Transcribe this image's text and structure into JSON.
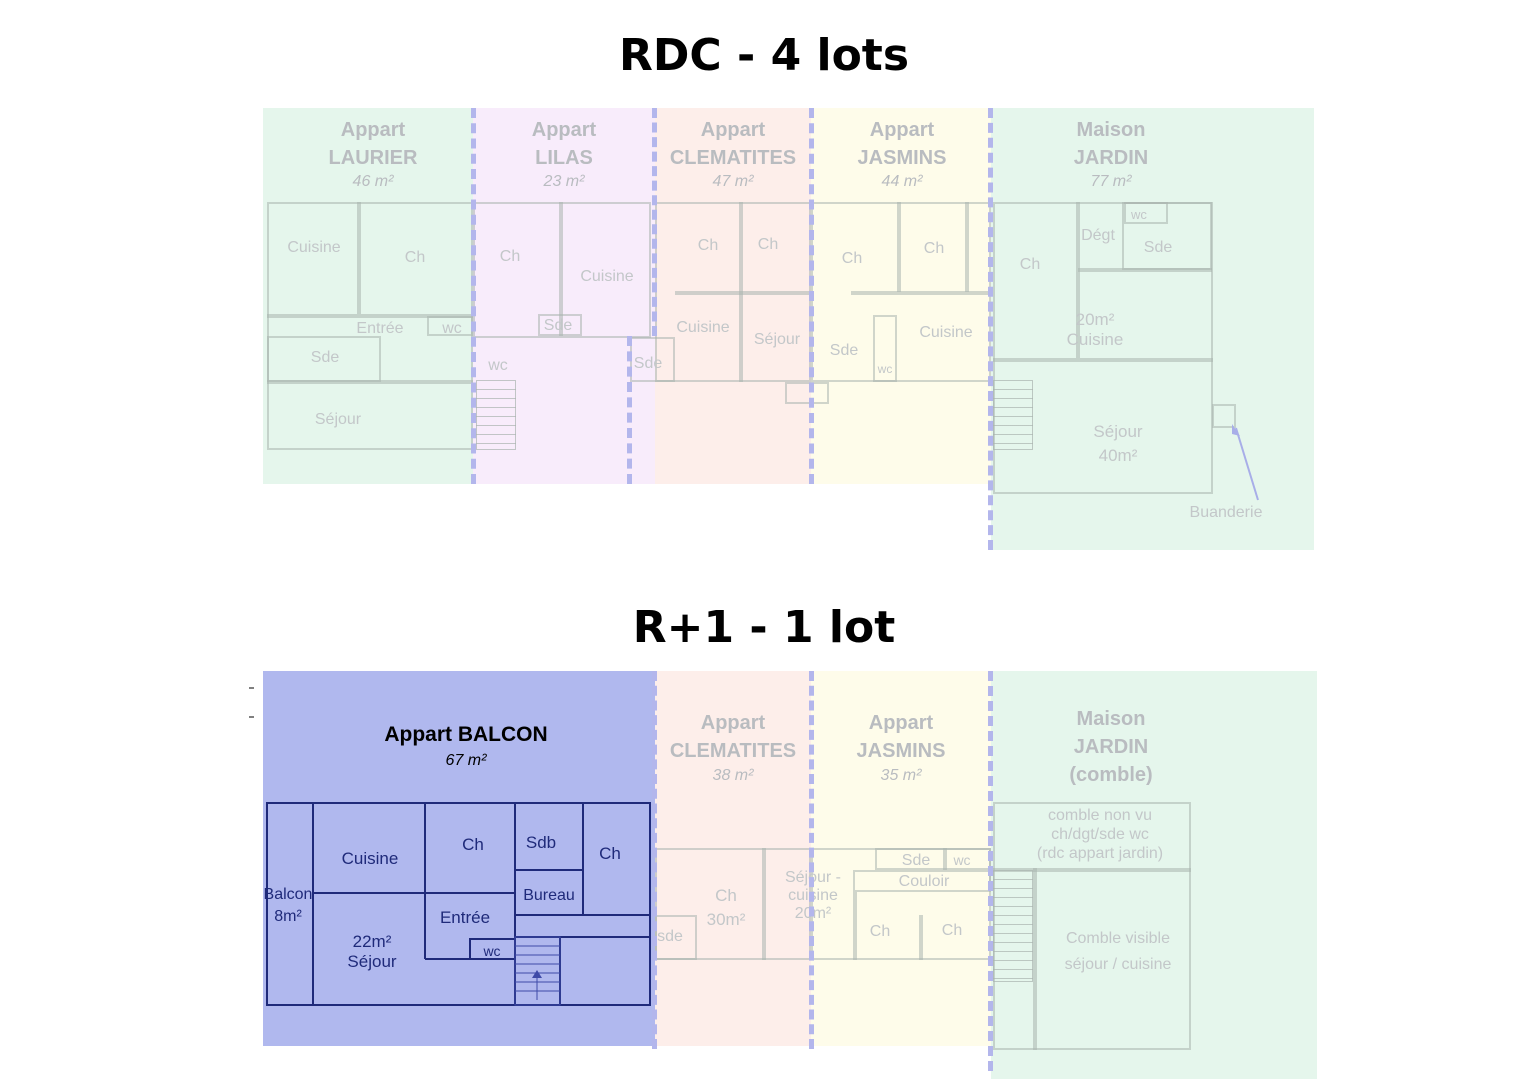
{
  "titles": {
    "rdc": "RDC - 4 lots",
    "r1": "R+1 - 1 lot"
  },
  "rdc": {
    "laurier": {
      "name": "Appart\nLAURIER",
      "area": "46 m²",
      "rooms": [
        "Cuisine",
        "Ch",
        "Entrée",
        "wc",
        "Sde",
        "Séjour"
      ]
    },
    "lilas": {
      "name": "Appart\nLILAS",
      "area": "23 m²",
      "rooms": [
        "Ch",
        "Cuisine",
        "Sde",
        "wc"
      ]
    },
    "clematites": {
      "name": "Appart\nCLEMATITES",
      "area": "47 m²",
      "rooms": [
        "Ch",
        "Ch",
        "Cuisine",
        "Séjour",
        "Sde"
      ]
    },
    "jasmins": {
      "name": "Appart\nJASMINS",
      "area": "44 m²",
      "rooms": [
        "Ch",
        "Ch",
        "Sde",
        "wc",
        "Cuisine"
      ]
    },
    "jardin": {
      "name": "Maison\nJARDIN",
      "area": "77 m²",
      "rooms": [
        "wc",
        "Dégt",
        "Sde",
        "Ch",
        "20m²\nCuisine",
        "Séjour\n40m²",
        "Buanderie"
      ]
    }
  },
  "r1": {
    "balcon": {
      "name": "Appart BALCON",
      "area": "67 m²",
      "rooms": [
        "Cuisine",
        "Ch",
        "Sdb",
        "Ch",
        "Bureau",
        "Balcon\n8m²",
        "Entrée",
        "22m²\nSéjour",
        "wc"
      ]
    },
    "clematites": {
      "name": "Appart\nCLEMATITES",
      "area": "38 m²",
      "rooms": [
        "Ch\n30m²",
        "Séjour -\ncuisine\n20m²",
        "sde"
      ]
    },
    "jasmins": {
      "name": "Appart\nJASMINS",
      "area": "35 m²",
      "rooms": [
        "Sde",
        "wc",
        "Couloir",
        "Ch",
        "Ch"
      ]
    },
    "jardin": {
      "name": "Maison\nJARDIN\n(comble)",
      "rooms": [
        "comble non vu\nch/dgt/sde wc\n(rdc appart jardin)",
        "Comble visible\nséjour / cuisine"
      ]
    }
  },
  "colors": {
    "green": "#e5f6ec",
    "pink": "#f8ecfb",
    "salmon": "#fdeeea",
    "yellow": "#fefcea",
    "blue": "#b0b8ee",
    "dash": "#b3b6ec",
    "balcon_walls": "#1f2a7a"
  }
}
